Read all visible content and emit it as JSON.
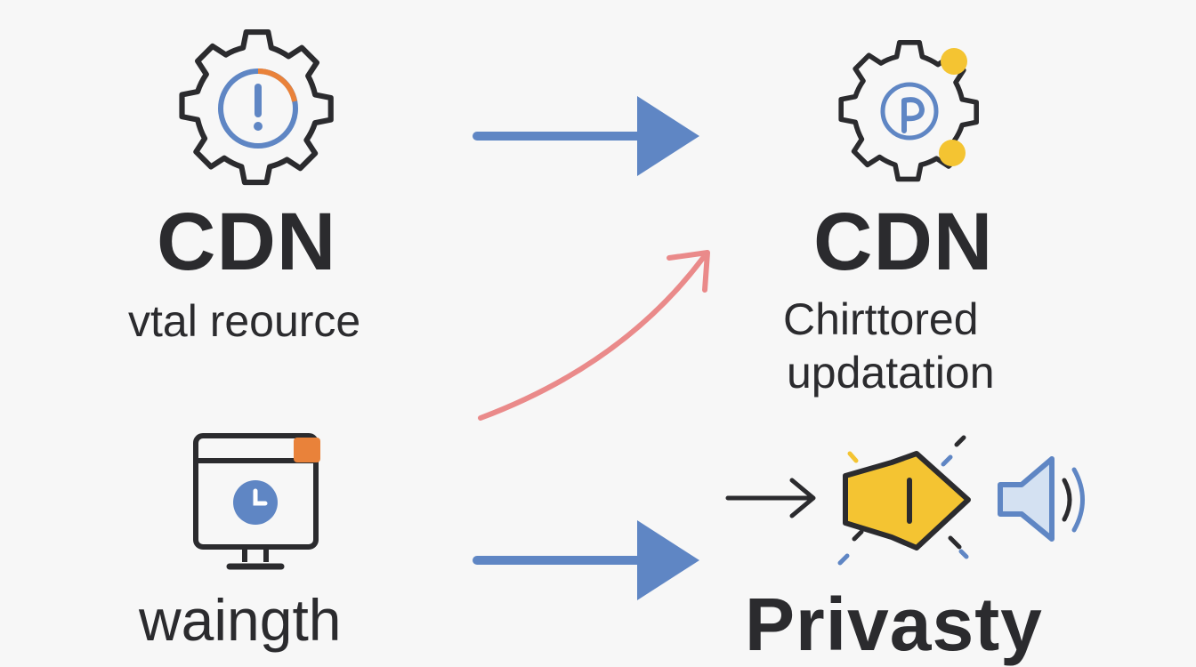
{
  "left_top": {
    "title": "CDN",
    "subtitle": "vtal reource",
    "icon": "gear-warning-icon"
  },
  "right_top": {
    "title": "CDN",
    "subtitle_line1": "Chirttored",
    "subtitle_line2": "updatation",
    "icon": "gear-p-icon"
  },
  "left_bottom": {
    "title": "waingth",
    "icon": "monitor-clock-icon"
  },
  "right_bottom": {
    "title": "Privasty",
    "icons": [
      "arrow-right-icon",
      "warning-diamond-icon",
      "speaker-icon"
    ]
  },
  "colors": {
    "blue": "#5f86c4",
    "pink": "#ea8a8a",
    "yellow": "#f4c432",
    "orange": "#e9823a",
    "dark": "#2b2b2e"
  }
}
